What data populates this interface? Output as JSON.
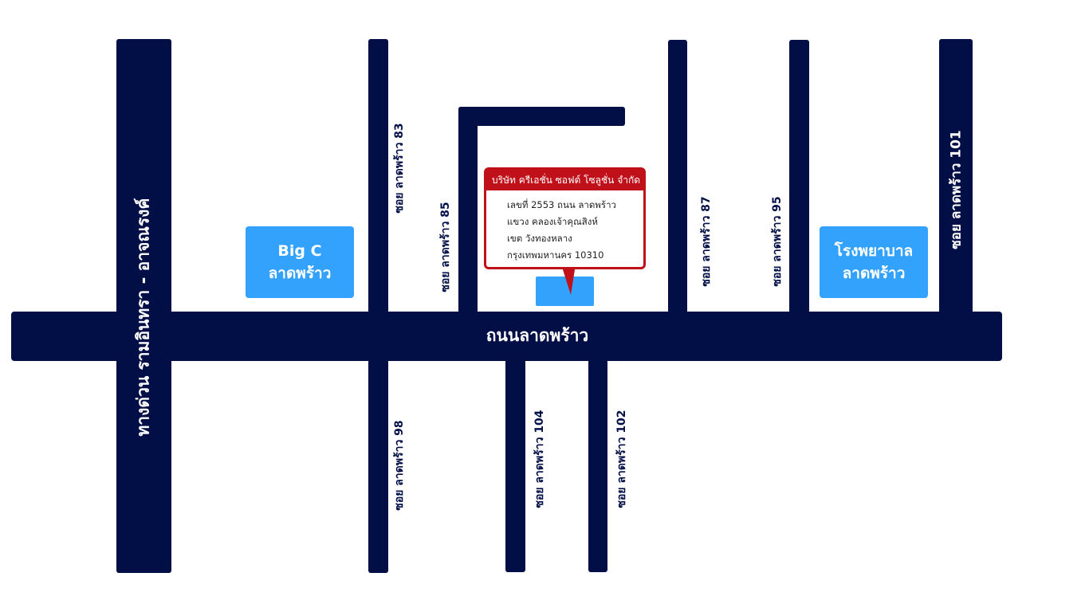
{
  "roads": {
    "main_road": "ถนนลาดพร้าว",
    "expressway": "ทางด่วน รามอินทรา - อาจณรงค์",
    "soi_83": "ซอย ลาดพร้าว 83",
    "soi_85": "ซอย ลาดพร้าว 85",
    "soi_87": "ซอย ลาดพร้าว 87",
    "soi_95": "ซอย ลาดพร้าว 95",
    "soi_101": "ซอย ลาดพร้าว 101",
    "soi_98": "ซอย ลาดพร้าว 98",
    "soi_104": "ซอย ลาดพร้าว 104",
    "soi_102": "ซอย ลาดพร้าว 102"
  },
  "landmarks": {
    "bigc_line1": "Big C",
    "bigc_line2": "ลาดพร้าว",
    "hospital_line1": "โรงพยาบาล",
    "hospital_line2": "ลาดพร้าว"
  },
  "company": {
    "name": "บริษัท ครีเอชั่น ซอฟต์ โซลูชั่น จำกัด",
    "address_line1": "เลขที่ 2553 ถนน ลาดพร้าว",
    "address_line2": "แขวง คลองเจ้าคุณสิงห์",
    "address_line3": "เขต วังทองหลาง",
    "address_line4": "กรุงเทพมหานคร 10310"
  },
  "colors": {
    "road": "#020f46",
    "landmark": "#33a2fd",
    "callout": "#c01019"
  }
}
